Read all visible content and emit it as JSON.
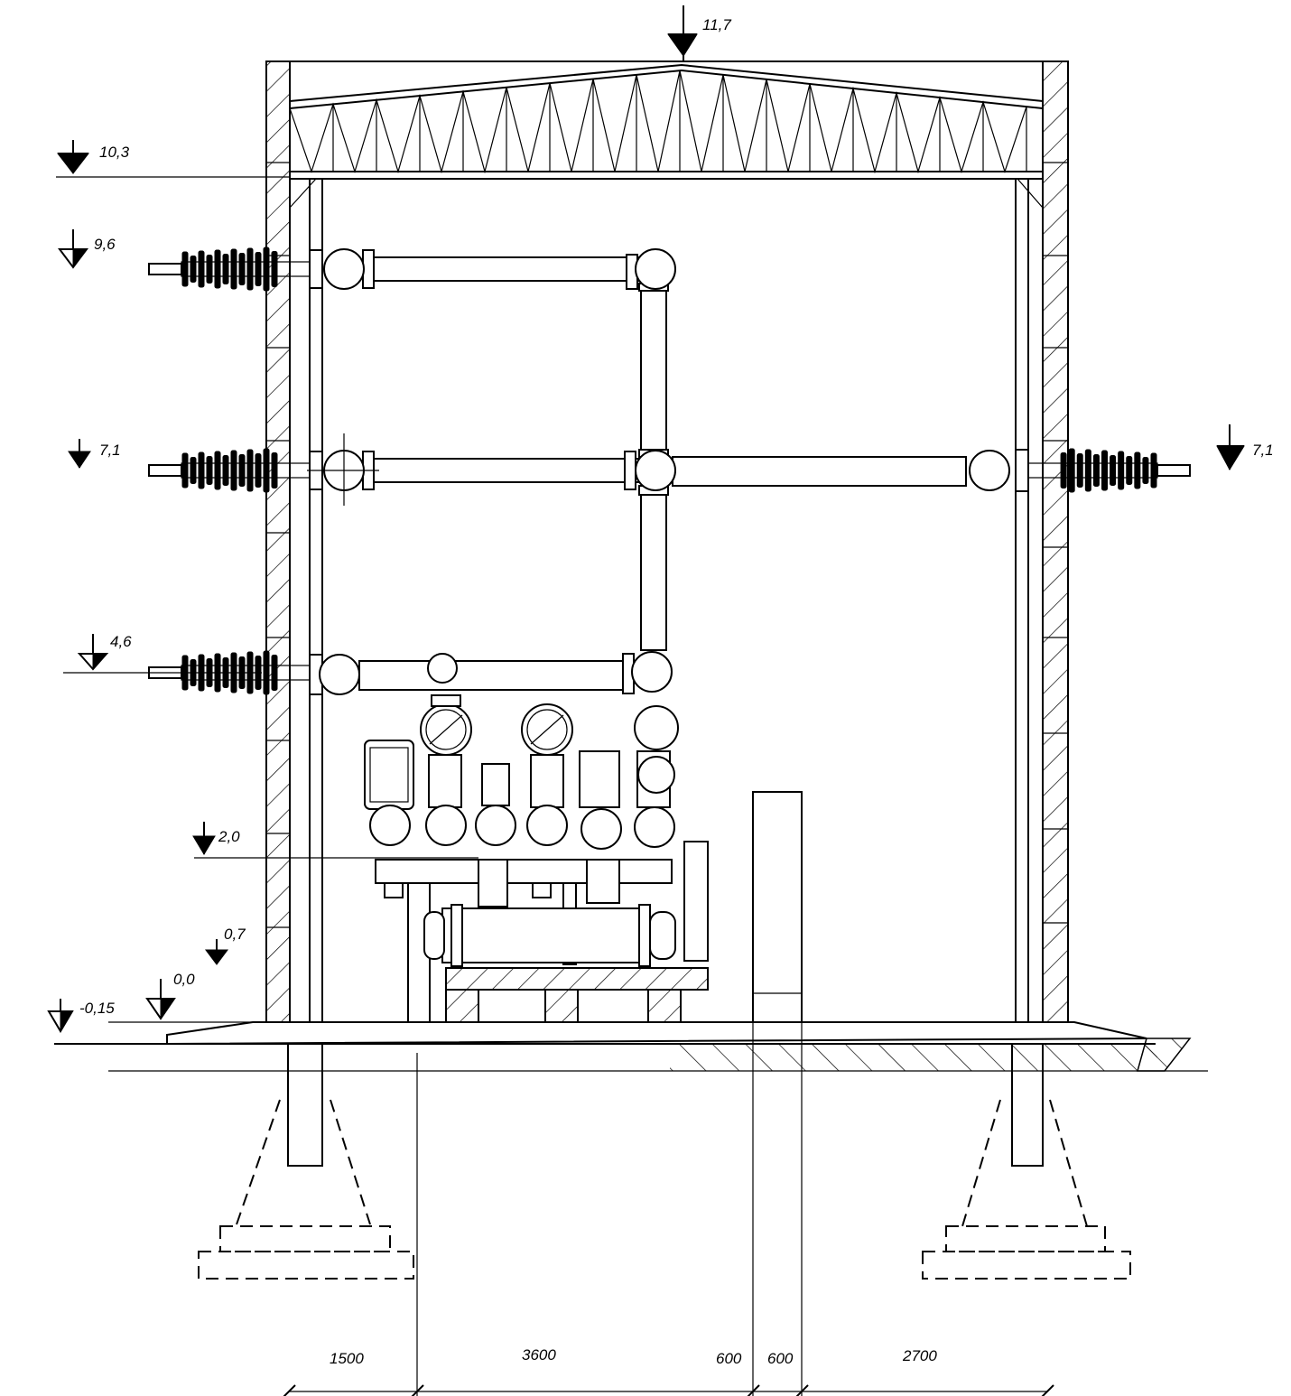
{
  "elevations": {
    "ridge": "11,7",
    "eaves": "10,3",
    "bus_upper": "9,6",
    "bus_middle_left": "7,1",
    "bus_middle_right": "7,1",
    "bus_lower": "4,6",
    "equipment_base": "2,0",
    "level_0_7": "0,7",
    "level_0_0": "0,0",
    "grade": "-0,15"
  },
  "dimensions": [
    "1500",
    "3600",
    "600",
    "600",
    "2700"
  ]
}
